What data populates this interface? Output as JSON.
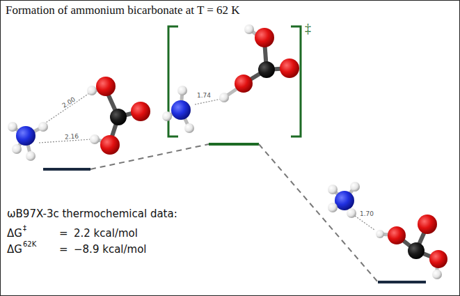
{
  "diagram": {
    "title": "Formation of ammonium bicarbonate at T = 62 K",
    "labels": [
      "2.00",
      "2.16",
      "1.74",
      "1.70",
      "‡",
      "ωB97X-3c thermochemical data:",
      "ΔG",
      "‡",
      "=",
      "2.2 kcal/mol",
      "ΔG",
      "62K",
      "=",
      "−8.9 kcal/mol"
    ]
  }
}
